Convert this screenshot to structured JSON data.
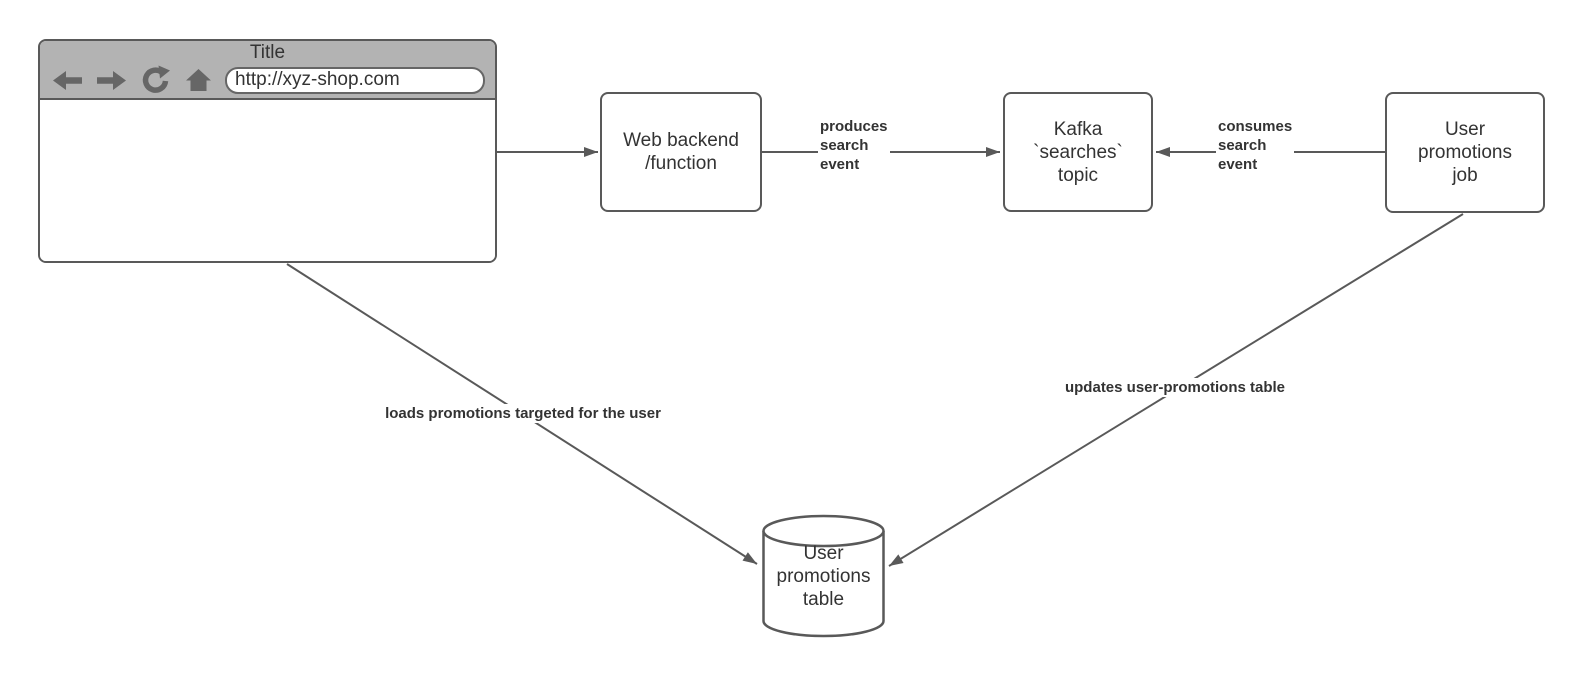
{
  "diagram": {
    "browser": {
      "title": "Title",
      "url": "http://xyz-shop.com",
      "toolbar_icons": [
        "back-arrow",
        "forward-arrow",
        "refresh",
        "home"
      ]
    },
    "nodes": {
      "web_backend": {
        "label": "Web backend\n/function"
      },
      "kafka_topic": {
        "label": "Kafka\n`searches`\ntopic"
      },
      "promotions_job": {
        "label": "User\npromotions\njob"
      },
      "promotions_table": {
        "label": "User\npromotions\ntable",
        "shape": "database-cylinder"
      }
    },
    "edges": {
      "browser_to_backend": {
        "label": ""
      },
      "produces": {
        "label": "produces\nsearch\nevent"
      },
      "consumes": {
        "label": "consumes\nsearch\nevent"
      },
      "loads": {
        "label": "loads promotions targeted for the user"
      },
      "updates": {
        "label": "updates user-promotions table"
      }
    },
    "colors": {
      "stroke": "#595959",
      "text": "#333333",
      "browser_header": "#b3b3b3",
      "icon": "#666666",
      "background": "#ffffff"
    }
  }
}
